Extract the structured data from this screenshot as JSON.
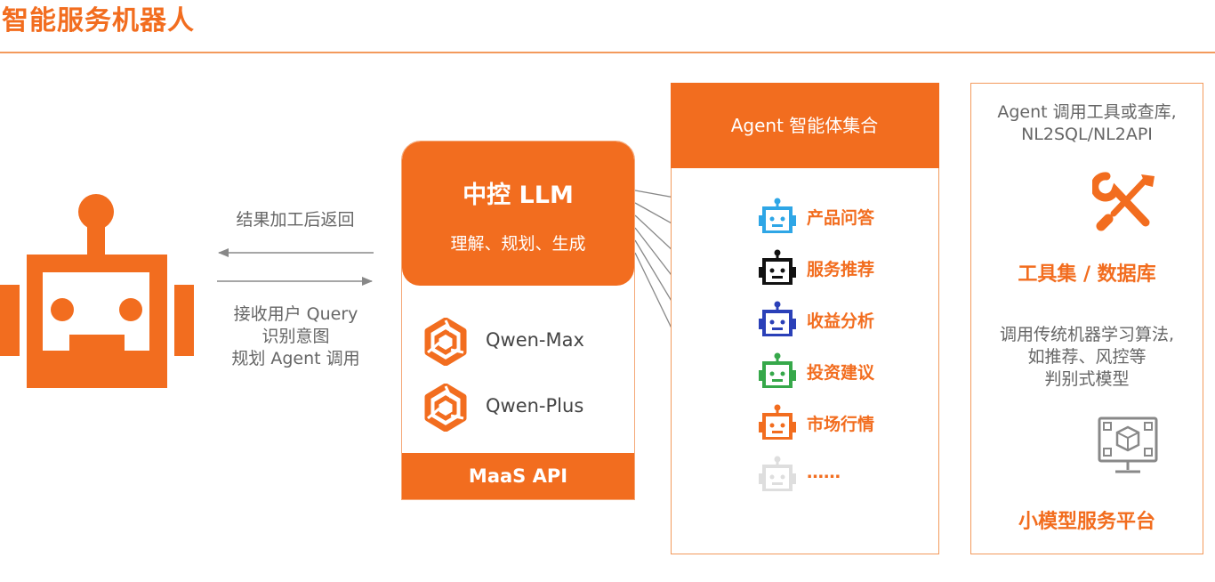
{
  "page": {
    "title": "智能服务机器人"
  },
  "flow": {
    "return_label": "结果加工后返回",
    "receive_lines": [
      "接收用户 Query",
      "识别意图",
      "规划 Agent 调用"
    ]
  },
  "llm": {
    "title": "中控 LLM",
    "subtitle": "理解、规划、生成",
    "models": [
      "Qwen-Max",
      "Qwen-Plus"
    ],
    "api_label": "MaaS API"
  },
  "agents": {
    "title": "Agent 智能体集合",
    "items": [
      {
        "label": "产品问答",
        "color": "#2ea6e6"
      },
      {
        "label": "服务推荐",
        "color": "#111111"
      },
      {
        "label": "收益分析",
        "color": "#2a40b8"
      },
      {
        "label": "投资建议",
        "color": "#36a84a"
      },
      {
        "label": "市场行情",
        "color": "#f26d1f"
      },
      {
        "label": "……",
        "color": "#dedede"
      }
    ]
  },
  "tools": {
    "desc_lines": [
      "Agent 调用工具或查库,",
      "NL2SQL/NL2API"
    ],
    "heading": "工具集 / 数据库",
    "ml_lines": [
      "调用传统机器学习算法,",
      "如推荐、风控等",
      "判别式模型"
    ],
    "ml_heading": "小模型服务平台"
  },
  "colors": {
    "accent": "#f26d1f",
    "border": "#f39a5c"
  },
  "icons": {
    "robot": "robot-icon",
    "tools": "wrench-screwdriver-icon",
    "monitor": "model-monitor-icon",
    "qwen": "qwen-logo-icon"
  }
}
